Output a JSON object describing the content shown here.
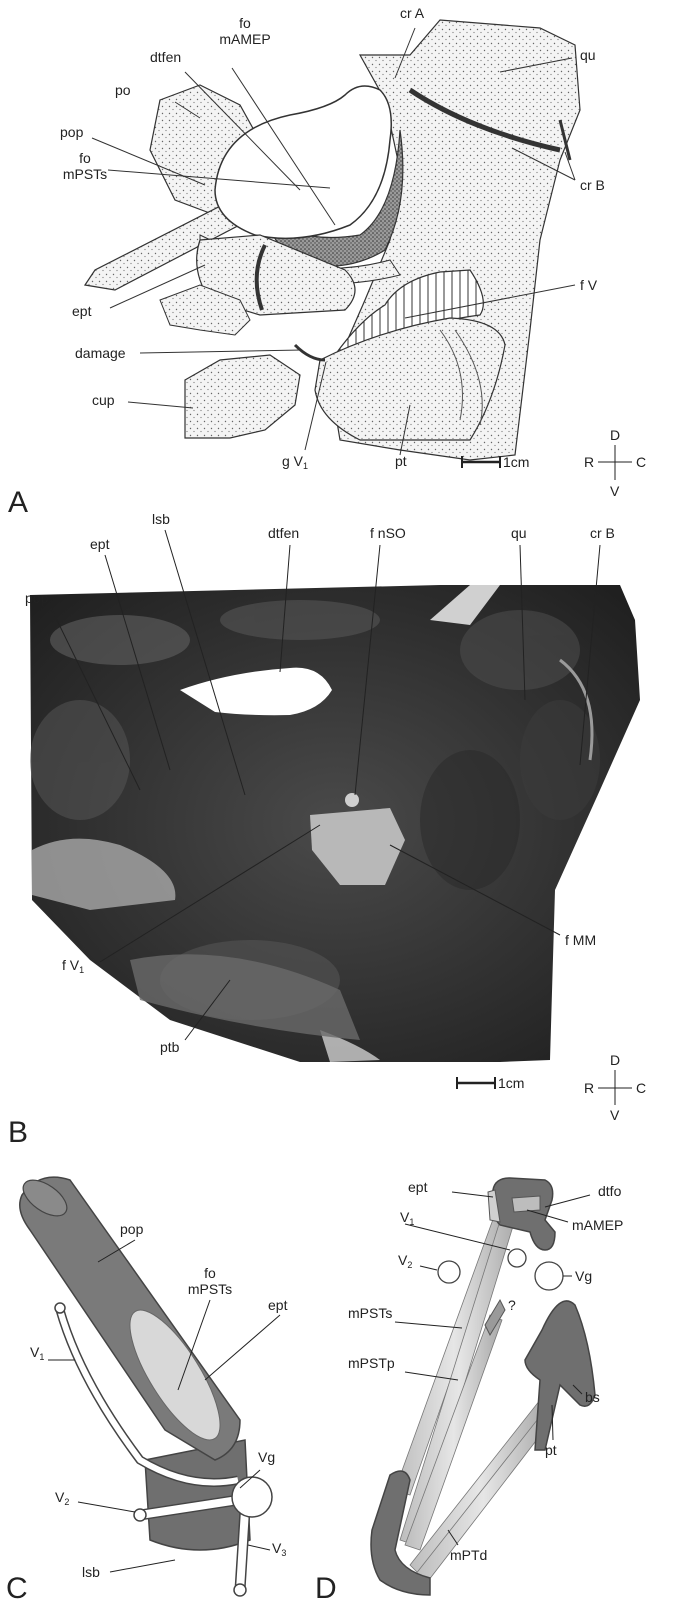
{
  "panels": {
    "a": "A",
    "b": "B",
    "c": "C",
    "d": "D"
  },
  "orientation": {
    "dorsal": "D",
    "ventral": "V",
    "rostral": "R",
    "caudal": "C"
  },
  "scale_bar_label": "1cm",
  "panel_a": {
    "labels": {
      "po": "po",
      "dtfen": "dtfen",
      "fo_mAMEP_1": "fo",
      "fo_mAMEP_2": "mAMEP",
      "cr_A": "cr A",
      "qu": "qu",
      "pop": "pop",
      "fo_mPSTs_1": "fo",
      "fo_mPSTs_2": "mPSTs",
      "cr_B": "cr B",
      "ept": "ept",
      "f_V": "f V",
      "damage": "damage",
      "cup": "cup",
      "g_V1": "g V",
      "g_V1_sub": "1",
      "pt": "pt"
    }
  },
  "panel_b": {
    "labels": {
      "pop": "pop",
      "ept": "ept",
      "lsb": "lsb",
      "dtfen": "dtfen",
      "f_nSO": "f nSO",
      "qu": "qu",
      "cr_B": "cr B",
      "f_MM": "f MM",
      "f_V1": "f V",
      "f_V1_sub": "1",
      "ptb": "ptb"
    }
  },
  "panel_c": {
    "labels": {
      "pop": "pop",
      "fo_mPSTs_1": "fo",
      "fo_mPSTs_2": "mPSTs",
      "ept": "ept",
      "V1": "V",
      "V1_sub": "1",
      "Vg": "Vg",
      "V2": "V",
      "V2_sub": "2",
      "V3": "V",
      "V3_sub": "3",
      "lsb": "lsb"
    }
  },
  "panel_d": {
    "labels": {
      "ept": "ept",
      "dtfo": "dtfo",
      "V1": "V",
      "V1_sub": "1",
      "mAMEP": "mAMEP",
      "V2": "V",
      "V2_sub": "2",
      "Vg": "Vg",
      "mPSTs": "mPSTs",
      "question": "?",
      "mPSTp": "mPSTp",
      "bs": "bs",
      "pt": "pt",
      "mPTd": "mPTd"
    }
  },
  "colors": {
    "bone_dark": "#6f6f6f",
    "bone_light": "#d8d8d8",
    "ink": "#222222",
    "photo_dark": "#3a3a3a"
  }
}
